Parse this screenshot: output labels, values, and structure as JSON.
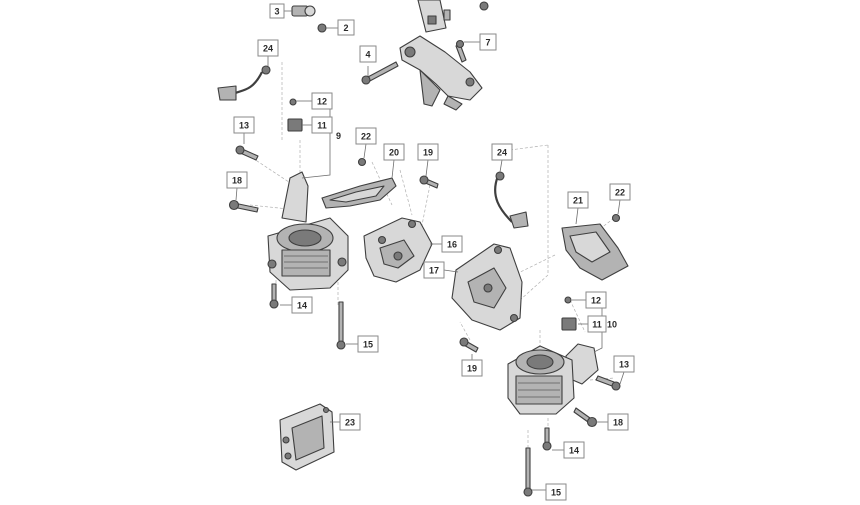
{
  "diagram": {
    "callouts": [
      {
        "id": "c3",
        "label": "3"
      },
      {
        "id": "c2",
        "label": "2"
      },
      {
        "id": "c4",
        "label": "4"
      },
      {
        "id": "c7",
        "label": "7"
      },
      {
        "id": "c24a",
        "label": "24"
      },
      {
        "id": "c12a",
        "label": "12"
      },
      {
        "id": "c11a",
        "label": "11"
      },
      {
        "id": "c9",
        "label": "9"
      },
      {
        "id": "c13a",
        "label": "13"
      },
      {
        "id": "c22a",
        "label": "22"
      },
      {
        "id": "c20",
        "label": "20"
      },
      {
        "id": "c19a",
        "label": "19"
      },
      {
        "id": "c18a",
        "label": "18"
      },
      {
        "id": "c24b",
        "label": "24"
      },
      {
        "id": "c21",
        "label": "21"
      },
      {
        "id": "c22b",
        "label": "22"
      },
      {
        "id": "c16",
        "label": "16"
      },
      {
        "id": "c17",
        "label": "17"
      },
      {
        "id": "c14a",
        "label": "14"
      },
      {
        "id": "c15a",
        "label": "15"
      },
      {
        "id": "c12b",
        "label": "12"
      },
      {
        "id": "c11b",
        "label": "11"
      },
      {
        "id": "c10",
        "label": "10"
      },
      {
        "id": "c19b",
        "label": "19"
      },
      {
        "id": "c13b",
        "label": "13"
      },
      {
        "id": "c23",
        "label": "23"
      },
      {
        "id": "c18b",
        "label": "18"
      },
      {
        "id": "c14b",
        "label": "14"
      },
      {
        "id": "c15b",
        "label": "15"
      }
    ]
  }
}
